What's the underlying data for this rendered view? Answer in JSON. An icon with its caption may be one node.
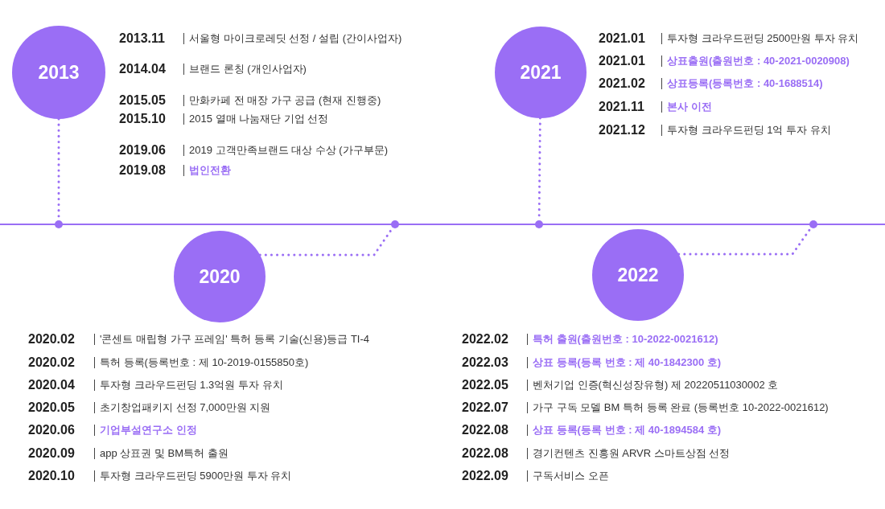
{
  "diagram": {
    "nodes": [
      {
        "text": [
          "2013"
        ]
      },
      {
        "text": [
          "2021"
        ]
      },
      {
        "text": [],
        "shape": "circle"
      },
      {
        "text": [],
        "shape": "circle"
      },
      {
        "text": [],
        "shape": "circle"
      },
      {
        "text": [],
        "shape": "circle"
      },
      {
        "text": [
          "2020"
        ]
      },
      {
        "text": [
          "2022"
        ]
      }
    ],
    "edges": [
      {
        "from": 0,
        "to": 2,
        "arrow": "none",
        "style": "dashed"
      },
      {
        "from": 6,
        "to": 3,
        "arrow": "none",
        "style": "dashed"
      },
      {
        "from": 1,
        "to": 4,
        "arrow": "none",
        "style": "dashed"
      },
      {
        "from": 7,
        "to": 5,
        "arrow": "none",
        "style": "dashed"
      }
    ],
    "labels": [
      "2013.11",
      "서울형 마이크로레딧 선정 / 설립 (간이사업자)",
      "2014.04",
      "브랜드 론칭 (개인사업자)",
      "2015.05",
      "만화카페 전 매장 가구 공급 (현재 진행중)",
      "2015.10",
      "2015 열매 나눔재단 기업 선정",
      "2019.06",
      "2019 고객만족브랜드 대상 수상 (가구부문)",
      "2019.08",
      "**법인전환**",
      "2021.01",
      "투자형 크라우드펀딩 2500만원 투자 유치",
      "2021.01",
      "**상표출원(출원번호 : 40-2021-0020908)**",
      "2021.02",
      "**상표등록(등록번호 : 40-1688514)**",
      "2021.11",
      "**본사 이전**",
      "2021.12",
      "투자형 크라우드펀딩 1억 투자 유치",
      "2020.02",
      "'콘센트 매립형 가구 프레임' 특허 등록 기술(신용)등급 TI-4",
      "2020.02",
      "특허 등록(등록번호 : 제 10-2019-0155850호)",
      "2020.04",
      "투자형 크라우드펀딩 1.3억원 투자 유치",
      "2020.05",
      "초기창업패키지 선정 7,000만원 지원",
      "2020.06",
      "**기업부설연구소 인정**",
      "2020.09",
      "app 상표권 및 BM특허 출원",
      "2020.10",
      "투자형 크라우드펀딩 5900만원 투자 유치",
      "2022.02",
      "**특허 출원(출원번호 : 10-2022-0021612)**",
      "2022.03",
      "**상표 등록(등록 번호 : 제 40-1842300 호)**",
      "2022.05",
      "벤처기업 인증(혁신성장유형) 제 20220511030002 호",
      "2022.07",
      "가구 구독 모델 BM 특허 등록 완료 (등록번호 10-2022-0021612)",
      "2022.08",
      "**상표 등록(등록 번호 : 제 40-1894584 호)**",
      "2022.08",
      "경기컨텐츠 진흥원 ARVR 스마트상점 선정",
      "2022.09",
      "구독서비스 오픈"
    ]
  }
}
